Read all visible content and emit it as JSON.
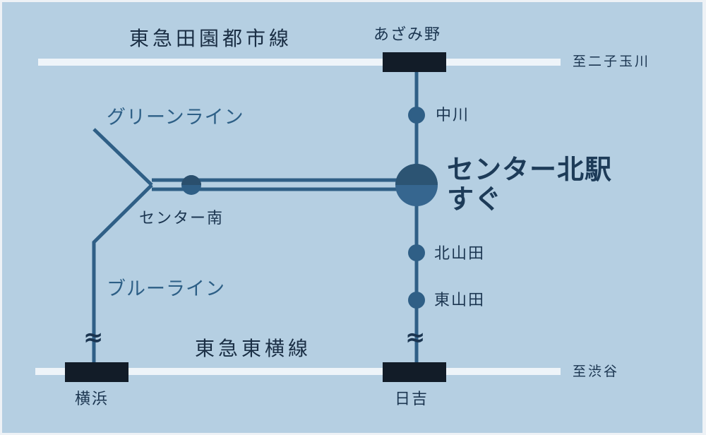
{
  "map": {
    "colors": {
      "background": "#b5cfe2",
      "tokyu_line": "#eef4f9",
      "subway_line": "#2f5f86",
      "terminal_station": "#121c28",
      "station_dot": "#2f5f86",
      "main_station_top": "#2c5473",
      "main_station_bottom": "#36668f",
      "text_dark": "#1b3550",
      "text_line_name": "#2d5f86"
    },
    "lines": {
      "den_en_toshi": {
        "label": "東急田園都市線",
        "direction": "至二子玉川"
      },
      "toyoko": {
        "label": "東急東横線",
        "direction": "至渋谷"
      },
      "green_line": {
        "label": "グリーンライン"
      },
      "blue_line": {
        "label": "ブルーライン"
      }
    },
    "stations": {
      "azamino": "あざみ野",
      "nakagawa": "中川",
      "center_minami": "センター南",
      "kitayamata": "北山田",
      "higashiyamata": "東山田",
      "yokohama": "横浜",
      "hiyoshi": "日吉"
    },
    "highlight": {
      "line1": "センター北駅",
      "line2": "すぐ"
    },
    "break_symbol": "≈"
  }
}
